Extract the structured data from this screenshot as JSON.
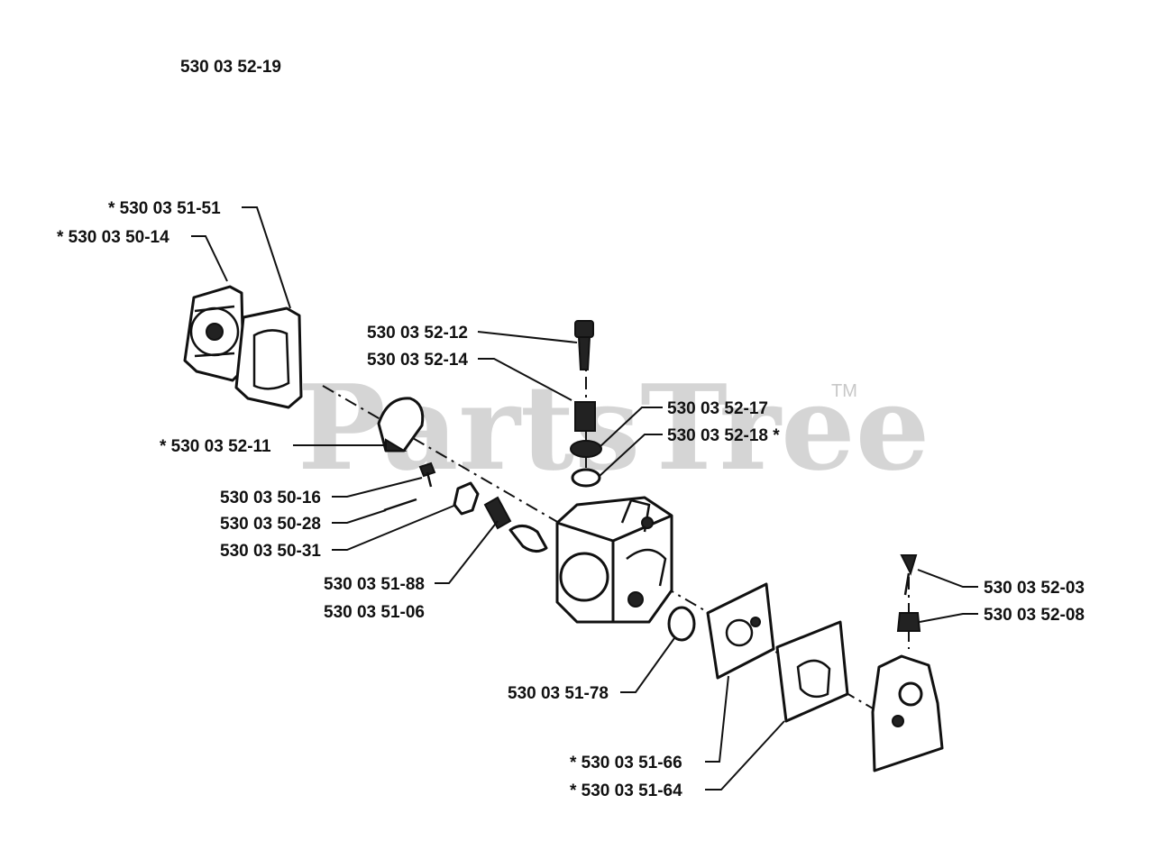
{
  "assembly_number": "530 03 52-19",
  "watermark": {
    "text": "PartsTree",
    "tm": "TM"
  },
  "labels": [
    {
      "id": "l-530035151",
      "text": "* 530 03 51-51"
    },
    {
      "id": "l-530035014",
      "text": "* 530 03 50-14"
    },
    {
      "id": "l-530035212",
      "text": "530 03 52-12"
    },
    {
      "id": "l-530035214",
      "text": "530 03 52-14"
    },
    {
      "id": "l-530035217",
      "text": "530 03 52-17"
    },
    {
      "id": "l-530035218",
      "text": "530 03 52-18 *"
    },
    {
      "id": "l-530035211",
      "text": "* 530 03 52-11"
    },
    {
      "id": "l-530035016",
      "text": "530 03 50-16"
    },
    {
      "id": "l-530035028",
      "text": "530 03 50-28"
    },
    {
      "id": "l-530035031",
      "text": "530 03 50-31"
    },
    {
      "id": "l-530035188",
      "text": "530 03 51-88"
    },
    {
      "id": "l-530035106",
      "text": "530 03 51-06"
    },
    {
      "id": "l-530035203",
      "text": "530 03 52-03"
    },
    {
      "id": "l-530035208",
      "text": "530 03 52-08"
    },
    {
      "id": "l-530035178",
      "text": "530 03 51-78"
    },
    {
      "id": "l-530035166",
      "text": "* 530 03 51-66"
    },
    {
      "id": "l-530035164",
      "text": "* 530 03 51-64"
    }
  ]
}
